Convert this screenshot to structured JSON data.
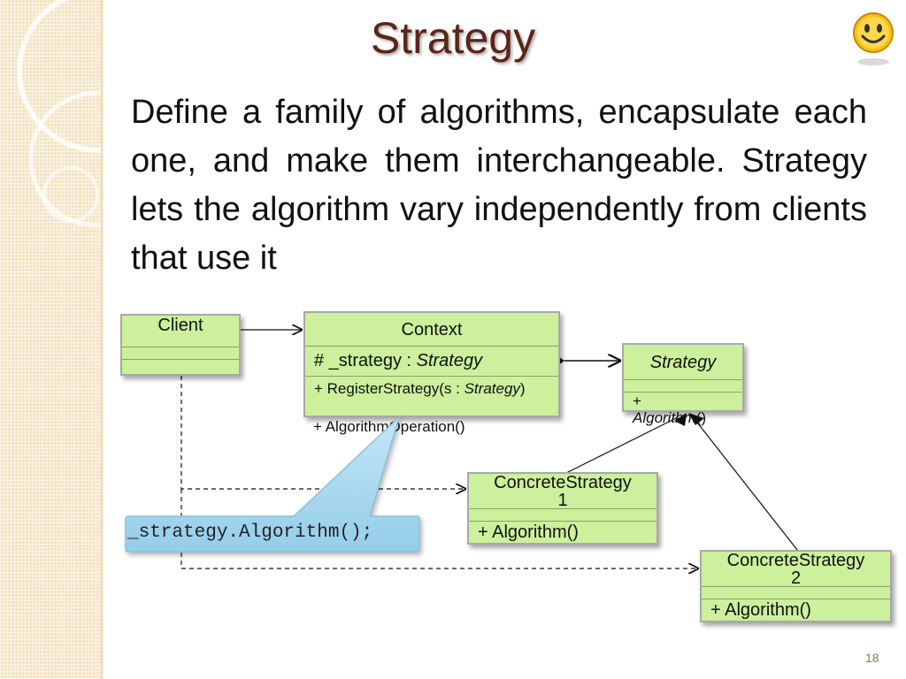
{
  "slide": {
    "title": "Strategy",
    "definition": "Define a family of algorithms, encapsulate each one, and make them interchangeable. Strategy lets the algorithm vary independently from clients that use it",
    "page_number": "18"
  },
  "diagram": {
    "client": {
      "name": "Client"
    },
    "context": {
      "name": "Context",
      "attribute_prefix": "# _strategy : ",
      "attribute_type": "Strategy",
      "op1_prefix": "+ RegisterStrategy(s : ",
      "op1_type": "Strategy",
      "op1_suffix": ")",
      "op2": "+ AlgorithmOperation()"
    },
    "strategy": {
      "name": "Strategy",
      "op_prefix": "+",
      "op_name": "Algorithm",
      "op_suffix": "()"
    },
    "concrete1": {
      "name_line1": "ConcreteStrategy",
      "name_line2": "1",
      "op": "+ Algorithm()"
    },
    "concrete2": {
      "name_line1": "ConcreteStrategy",
      "name_line2": "2",
      "op": "+ Algorithm()"
    },
    "callout": {
      "code": "_strategy.Algorithm();"
    }
  },
  "colors": {
    "title": "#5b2517",
    "class_box": "#ccf09c",
    "callout": "#a9d8ee"
  }
}
